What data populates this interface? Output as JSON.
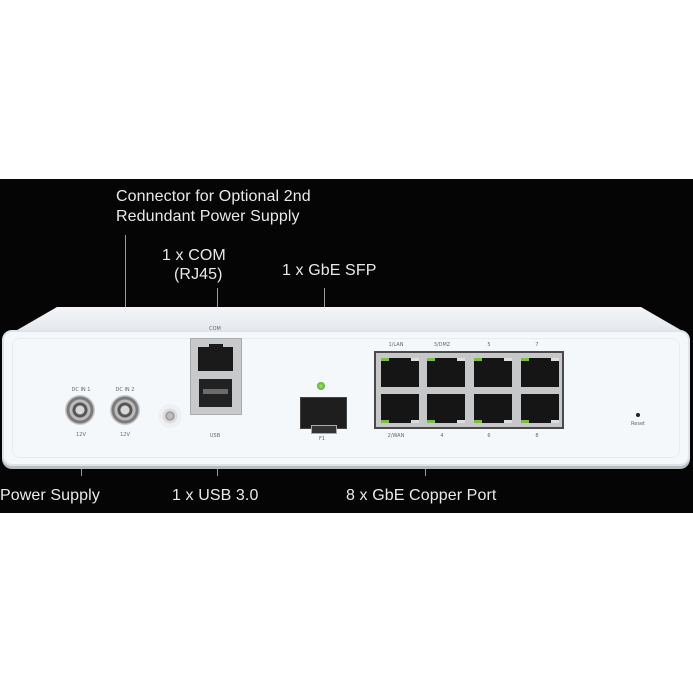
{
  "callouts": {
    "redundant_power": [
      "Connector for Optional 2nd",
      "Redundant Power Supply"
    ],
    "com": [
      "1 x COM",
      "(RJ45)"
    ],
    "sfp": "1 x GbE SFP",
    "power_supply": "Power Supply",
    "usb": "1 x USB 3.0",
    "copper": "8 x GbE Copper Port"
  },
  "device": {
    "dc_in_1": "DC IN 1",
    "dc_in_2": "DC IN 2",
    "voltage_1": "12V",
    "voltage_2": "12V",
    "com_label": "COM",
    "usb_label": "USB",
    "sfp_label": "F1",
    "reset_label": "Reset",
    "top_port_labels": [
      "1/LAN",
      "3/DMZ",
      "5",
      "7"
    ],
    "bottom_port_labels": [
      "2/WAN",
      "4",
      "6",
      "8"
    ]
  },
  "colors": {
    "background": "#050505",
    "callout_text": "#e9e9e9",
    "chassis": "#f5f8fb",
    "led_green": "#6cc23a"
  }
}
